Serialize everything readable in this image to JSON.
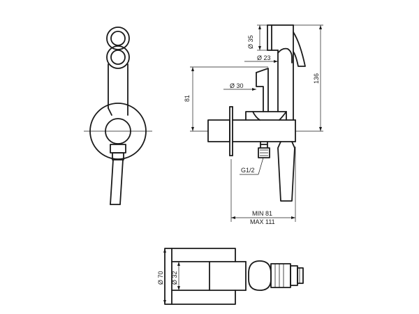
{
  "labels": {
    "dia35": "Ø 35",
    "dia23": "Ø 23",
    "dia30": "Ø 30",
    "h81": "81",
    "h136": "136",
    "g12": "G1/2",
    "min81": "MIN 81",
    "max111": "MAX 111",
    "dia70": "Ø 70",
    "dia32": "Ø 32"
  }
}
